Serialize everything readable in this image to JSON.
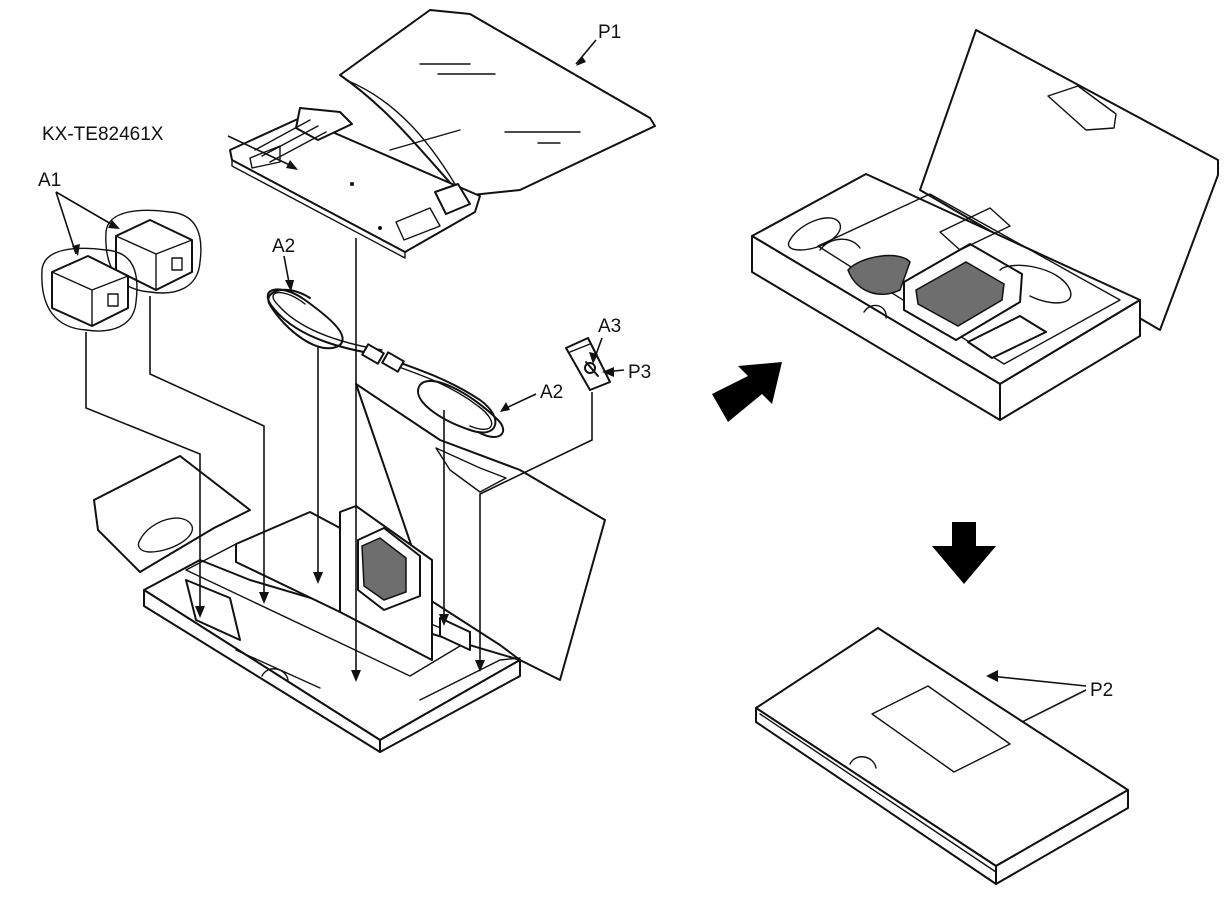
{
  "diagram": {
    "labels": {
      "p1": "P1",
      "board": "KX-TE82461X",
      "a1": "A1",
      "a2_top": "A2",
      "a2_bottom": "A2",
      "a3": "A3",
      "p3": "P3",
      "p2": "P2"
    },
    "icons": {
      "step_arrow_1": "arrow-right-icon",
      "step_arrow_2": "arrow-down-icon"
    },
    "colors": {
      "ink": "#111111",
      "background": "#ffffff"
    }
  }
}
